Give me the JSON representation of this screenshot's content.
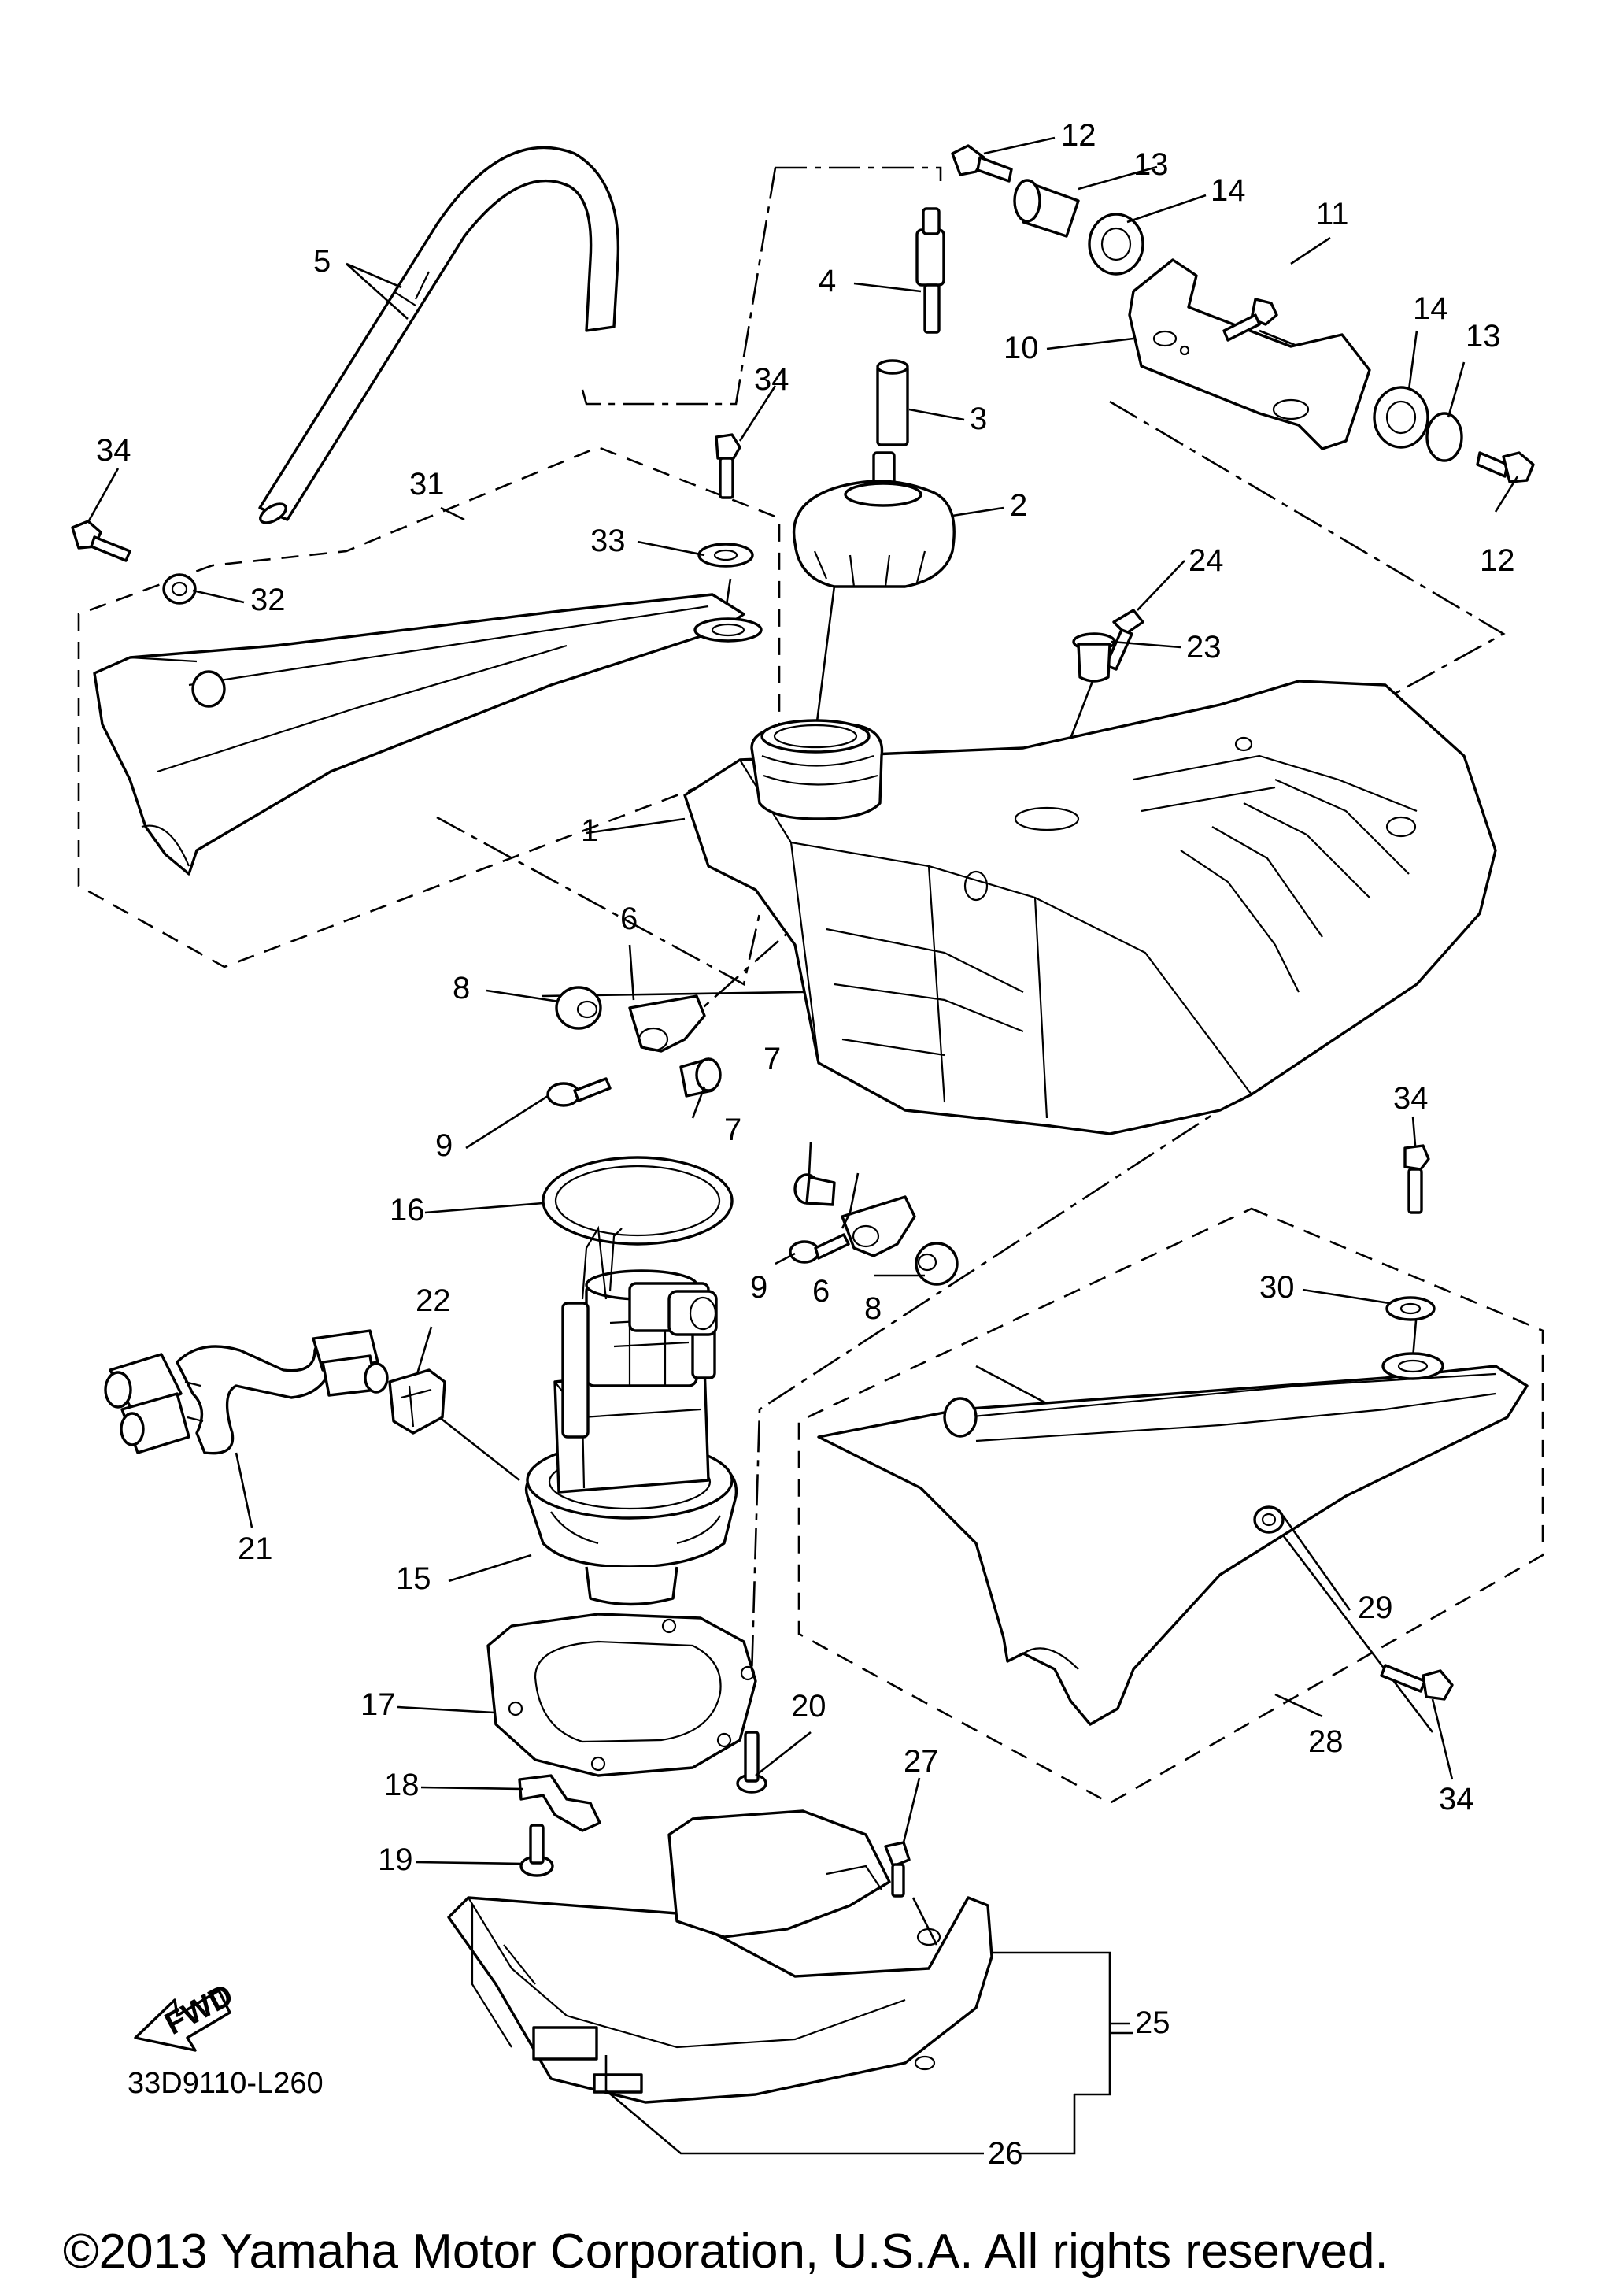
{
  "diagram": {
    "callouts": [
      {
        "num": "1"
      },
      {
        "num": "2"
      },
      {
        "num": "3"
      },
      {
        "num": "4"
      },
      {
        "num": "5"
      },
      {
        "num": "6"
      },
      {
        "num": "6"
      },
      {
        "num": "7"
      },
      {
        "num": "7"
      },
      {
        "num": "8"
      },
      {
        "num": "8"
      },
      {
        "num": "9"
      },
      {
        "num": "9"
      },
      {
        "num": "10"
      },
      {
        "num": "11"
      },
      {
        "num": "12"
      },
      {
        "num": "12"
      },
      {
        "num": "13"
      },
      {
        "num": "13"
      },
      {
        "num": "14"
      },
      {
        "num": "14"
      },
      {
        "num": "15"
      },
      {
        "num": "16"
      },
      {
        "num": "17"
      },
      {
        "num": "18"
      },
      {
        "num": "19"
      },
      {
        "num": "20"
      },
      {
        "num": "21"
      },
      {
        "num": "22"
      },
      {
        "num": "23"
      },
      {
        "num": "24"
      },
      {
        "num": "25"
      },
      {
        "num": "26"
      },
      {
        "num": "27"
      },
      {
        "num": "28"
      },
      {
        "num": "29"
      },
      {
        "num": "30"
      },
      {
        "num": "31"
      },
      {
        "num": "32"
      },
      {
        "num": "33"
      },
      {
        "num": "34"
      },
      {
        "num": "34"
      },
      {
        "num": "34"
      },
      {
        "num": "34"
      }
    ],
    "fwd_label": "FWD",
    "drawing_code": "33D9110-L260",
    "copyright": "©2013 Yamaha Motor Corporation, U.S.A. All rights reserved."
  }
}
